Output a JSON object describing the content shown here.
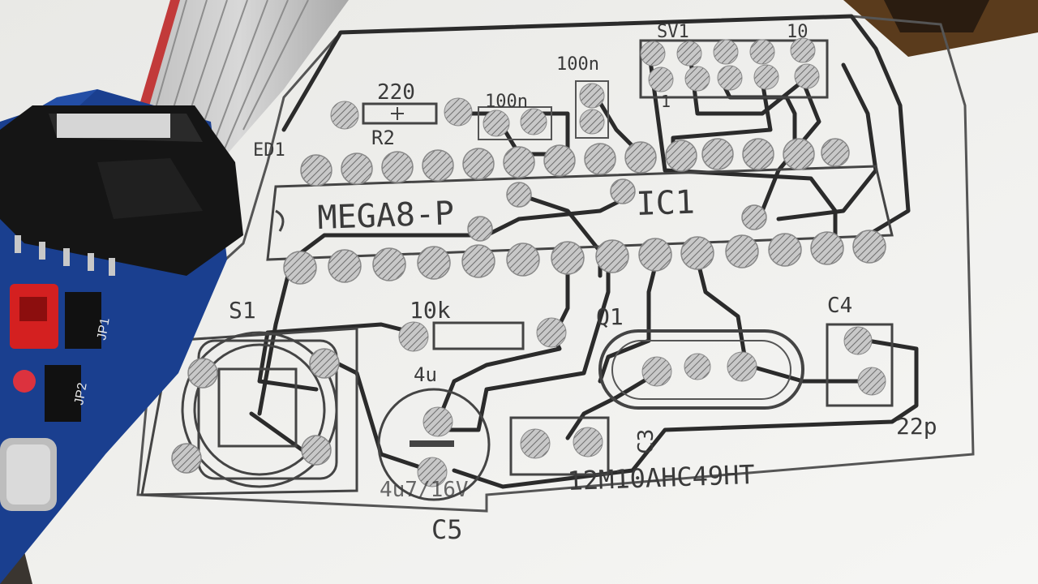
{
  "labels": {
    "ic_part": "MEGA8-P",
    "ic_ref": "IC1",
    "resistor_r2_value": "220",
    "resistor_r2_ref": "R2",
    "led_ref": "ED1",
    "cap_100n_a": "100n",
    "cap_100n_b": "100n",
    "connector_ref": "SV1",
    "connector_pin_10": "10",
    "connector_pin_1": "1",
    "switch_ref": "S1",
    "resistor_10k": "10k",
    "cap_4u": "4u",
    "crystal_ref": "Q1",
    "crystal_part": "12M10AHC49HT",
    "cap_c3": "C3",
    "cap_c4": "C4",
    "cap_22p": "22p",
    "cap_c5": "C5",
    "cap_c5_value": "4u7/16V",
    "jumper_jp1": "JP1",
    "jumper_jp2": "JP2"
  },
  "colors": {
    "paper": "#f2f2f0",
    "trace": "#2b2b2b",
    "pad_hatch": "#9a9a9a",
    "programmer_pcb": "#1a3f8f",
    "jumper_red": "#d42020",
    "ribbon_cable": "#c9c9c9",
    "connector_black": "#151515"
  }
}
